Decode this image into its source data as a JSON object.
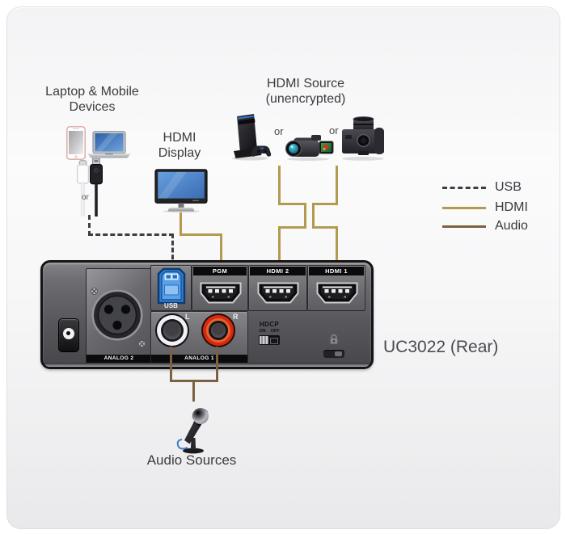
{
  "labels": {
    "laptop_mobile_line1": "Laptop & Mobile",
    "laptop_mobile_line2": "Devices",
    "or_cables": "or",
    "hdmi_display_line1": "HDMI",
    "hdmi_display_line2": "Display",
    "hdmi_source_line1": "HDMI Source",
    "hdmi_source_line2": "(unencrypted)",
    "or_source_1": "or",
    "or_source_2": "or",
    "audio_sources": "Audio Sources",
    "device_title": "UC3022 (Rear)"
  },
  "legend": {
    "items": [
      {
        "label": "USB",
        "style": "dashed",
        "color": "#3e3e40"
      },
      {
        "label": "HDMI",
        "style": "solid",
        "color": "#b29a4f"
      },
      {
        "label": "Audio",
        "style": "solid",
        "color": "#7d6140"
      }
    ]
  },
  "panel": {
    "ports": {
      "analog2": "ANALOG 2",
      "usb": "USB",
      "pgm": "PGM",
      "hdmi2": "HDMI 2",
      "hdmi1": "HDMI 1",
      "left": "L",
      "right": "R",
      "analog1": "ANALOG 1",
      "hdcp": "HDCP",
      "hdcp_on": "ON",
      "hdcp_off": "OFF"
    }
  },
  "colors": {
    "hdmi_line": "#b29a4f",
    "audio_line": "#7d6140",
    "usb_line": "#3e3e40"
  }
}
